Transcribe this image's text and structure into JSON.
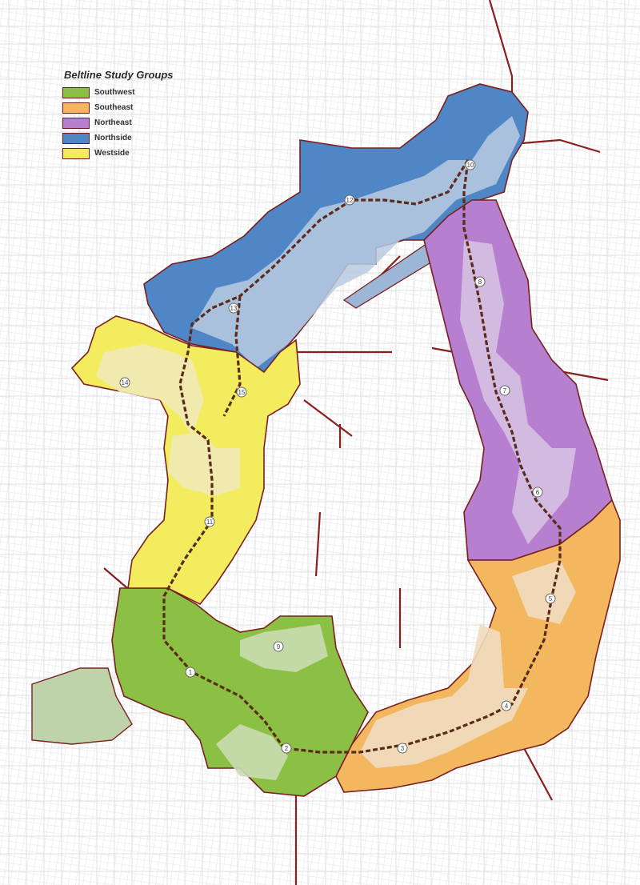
{
  "legend": {
    "title": "Beltline Study Groups",
    "items": [
      {
        "label": "Southwest",
        "color": "#8cc044"
      },
      {
        "label": "Southeast",
        "color": "#f3b760"
      },
      {
        "label": "Northeast",
        "color": "#b77fcf"
      },
      {
        "label": "Northside",
        "color": "#4f86c6"
      },
      {
        "label": "Westside",
        "color": "#f2ec5e"
      }
    ]
  },
  "colors": {
    "boundary": "#7a1f1f",
    "trail": "#5a2a1a",
    "streets": "#cfcfcf"
  },
  "markers": [
    "10",
    "1",
    "2",
    "3",
    "4",
    "5",
    "6",
    "7",
    "8",
    "9",
    "11",
    "12",
    "13",
    "14",
    "15"
  ]
}
